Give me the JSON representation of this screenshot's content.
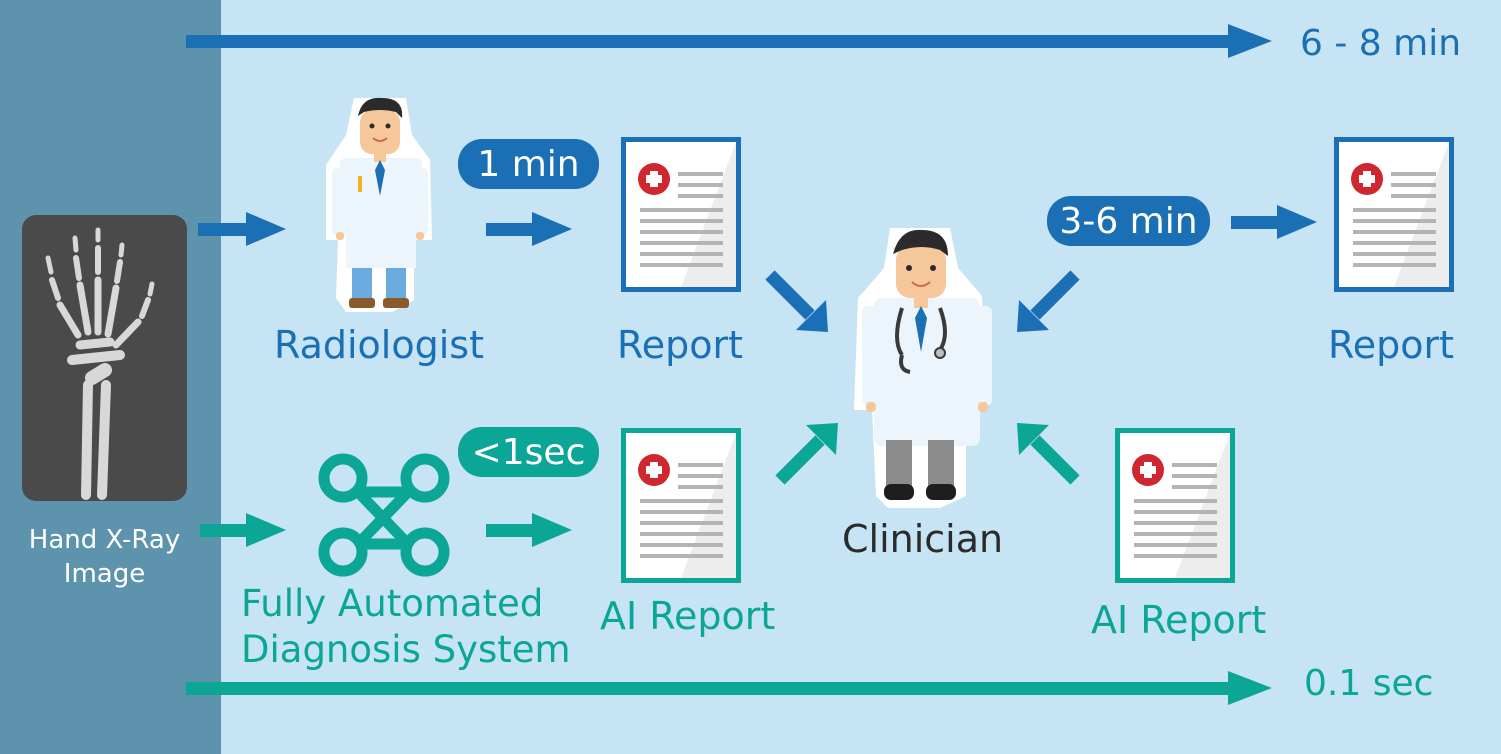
{
  "colors": {
    "background": "#c6e4f4",
    "left_panel": "#5e93ad",
    "human_path": "#1a6fb5",
    "ai_path": "#0ca696",
    "xray_bg": "#4a4a4a",
    "bone": "#d8d8d8",
    "report_cross": "#d0262f"
  },
  "input": {
    "label_line1": "Hand X-Ray",
    "label_line2": "Image",
    "icon": "hand-xray-icon"
  },
  "human_path": {
    "total_time": "6 - 8 min",
    "radiologist_label": "Radiologist",
    "radiologist_time": "1 min",
    "report_label": "Report",
    "clinician_time": "3-6 min",
    "final_report_label": "Report"
  },
  "ai_path": {
    "total_time": "0.1 sec",
    "system_label_line1": "Fully Automated",
    "system_label_line2": "Diagnosis System",
    "system_time": "<1sec",
    "report_label": "AI Report",
    "final_report_label": "AI Report"
  },
  "center": {
    "clinician_label": "Clinician",
    "icon": "clinician-icon"
  }
}
